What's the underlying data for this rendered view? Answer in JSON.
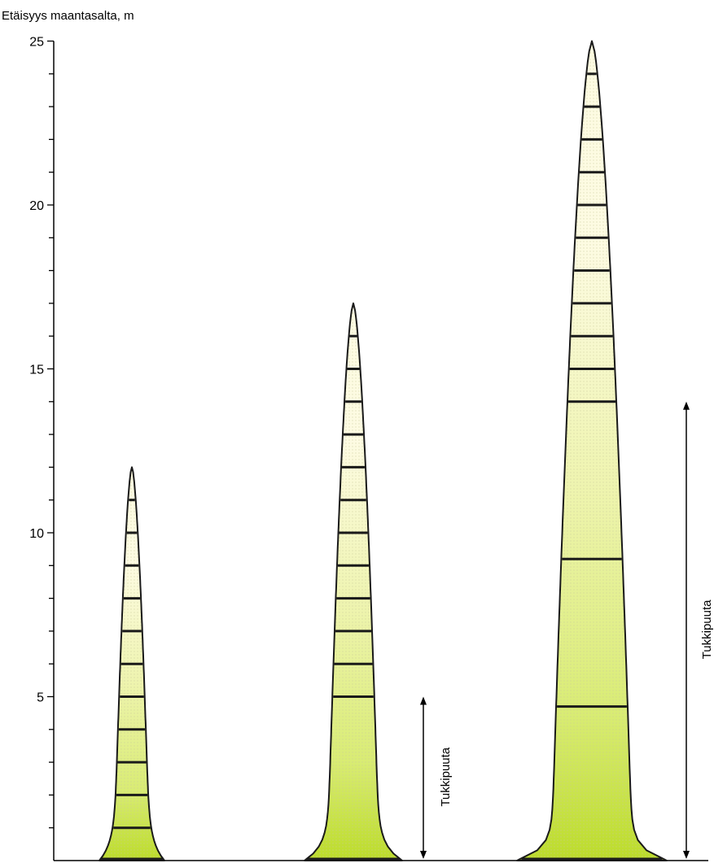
{
  "diagram": {
    "axis_title": "Etäisyys maantasalta, m",
    "y_range": [
      0,
      25
    ],
    "y_ticks": [
      {
        "value": 5,
        "label": "5"
      },
      {
        "value": 10,
        "label": "10"
      },
      {
        "value": 15,
        "label": "15"
      },
      {
        "value": 20,
        "label": "20"
      },
      {
        "value": 25,
        "label": "25"
      }
    ],
    "colors": {
      "outline": "#1a1a1a",
      "crown_fill": "#fdfbe2",
      "mid_fill": "#eef4ae",
      "low_fill": "#d9ec74",
      "base_fill": "#bcdc2a",
      "dots": "#c8c89a"
    },
    "trees": [
      {
        "height_m": 12,
        "whorls_m": [
          1,
          2,
          3,
          4,
          5,
          6,
          7,
          8,
          9,
          10,
          11
        ]
      },
      {
        "height_m": 17,
        "whorls_m": [
          5,
          6,
          7,
          8,
          9,
          10,
          11,
          12,
          13,
          14,
          15,
          16
        ],
        "span": {
          "from_m": 0,
          "to_m": 5,
          "label": "Tukkipuuta"
        }
      },
      {
        "height_m": 25,
        "whorls_m": [
          4.7,
          9.2,
          14,
          15,
          16,
          17,
          18,
          19,
          20,
          21,
          22,
          23,
          24
        ],
        "span": {
          "from_m": 0,
          "to_m": 14,
          "label": "Tukkipuuta"
        }
      }
    ]
  }
}
